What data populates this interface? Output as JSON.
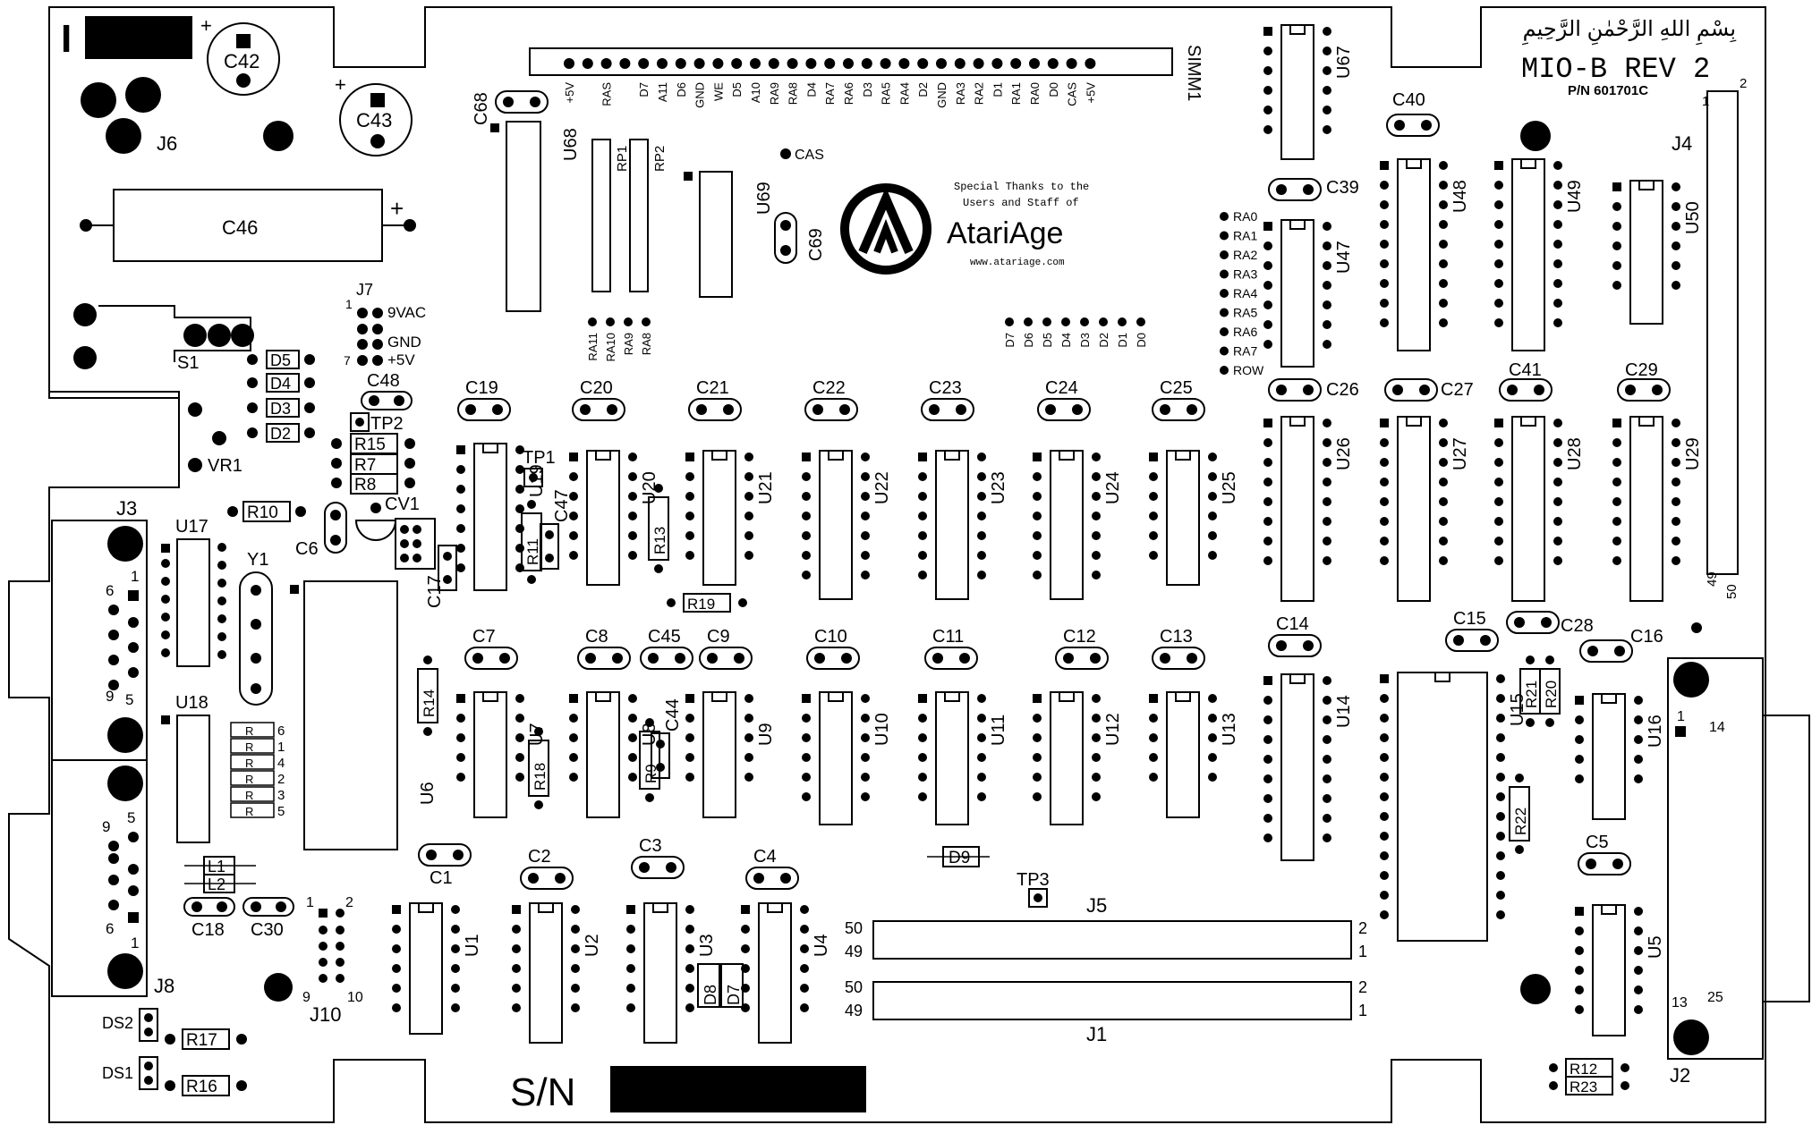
{
  "board": {
    "title": "MIO-B REV 2",
    "part_number": "P/N 601701C",
    "arabic": "بِسْمِ اللهِ الرَّحْمٰنِ الرَّحِيمِ",
    "sn_label": "S/N",
    "i_label": "I"
  },
  "logo": {
    "thanks_line1": "Special Thanks to the",
    "thanks_line2": "Users and Staff of",
    "name": "AtariAge",
    "url": "www.atariage.com"
  },
  "simm": {
    "label": "SIMM1",
    "pins": [
      "+5V",
      "",
      "RAS",
      "",
      "D7",
      "A11",
      "D6",
      "GND",
      "WE",
      "D5",
      "A10",
      "RA9",
      "RA8",
      "D4",
      "RA7",
      "RA6",
      "D3",
      "RA5",
      "RA4",
      "D2",
      "GND",
      "RA3",
      "RA2",
      "D1",
      "RA1",
      "RA0",
      "D0",
      "CAS",
      "+5V"
    ]
  },
  "signals": {
    "cas": "CAS",
    "ra_list": [
      "RA0",
      "RA1",
      "RA2",
      "RA3",
      "RA4",
      "RA5",
      "RA6",
      "RA7",
      "ROW"
    ],
    "d_list": [
      "D7",
      "D6",
      "D5",
      "D4",
      "D3",
      "D2",
      "D1",
      "D0"
    ],
    "ra_hi": [
      "RA11",
      "RA10",
      "RA9",
      "RA8"
    ]
  },
  "power": {
    "j7": "J7",
    "vac": "9VAC",
    "gnd": "GND",
    "v5": "+5V",
    "pin1": "1",
    "pin7": "7",
    "s1": "S1",
    "vr1": "VR1",
    "j6": "J6"
  },
  "caps_big": [
    {
      "id": "C42",
      "plus": "+"
    },
    {
      "id": "C43",
      "plus": "+"
    },
    {
      "id": "C46",
      "plus": "+"
    }
  ],
  "chips": [
    {
      "id": "U68"
    },
    {
      "id": "U69"
    },
    {
      "id": "U67"
    },
    {
      "id": "U47"
    },
    {
      "id": "U48"
    },
    {
      "id": "U49"
    },
    {
      "id": "U50"
    },
    {
      "id": "U19"
    },
    {
      "id": "U20"
    },
    {
      "id": "U21"
    },
    {
      "id": "U22"
    },
    {
      "id": "U23"
    },
    {
      "id": "U24"
    },
    {
      "id": "U25"
    },
    {
      "id": "U26"
    },
    {
      "id": "U27"
    },
    {
      "id": "U28"
    },
    {
      "id": "U29"
    },
    {
      "id": "U17"
    },
    {
      "id": "U18"
    },
    {
      "id": "U6"
    },
    {
      "id": "U7"
    },
    {
      "id": "U8"
    },
    {
      "id": "U9"
    },
    {
      "id": "U10"
    },
    {
      "id": "U11"
    },
    {
      "id": "U12"
    },
    {
      "id": "U13"
    },
    {
      "id": "U14"
    },
    {
      "id": "U15"
    },
    {
      "id": "U16"
    },
    {
      "id": "U1"
    },
    {
      "id": "U2"
    },
    {
      "id": "U3"
    },
    {
      "id": "U4"
    },
    {
      "id": "U5"
    }
  ],
  "caps": [
    {
      "id": "C68"
    },
    {
      "id": "C69"
    },
    {
      "id": "C40"
    },
    {
      "id": "C39"
    },
    {
      "id": "C48"
    },
    {
      "id": "C19"
    },
    {
      "id": "C20"
    },
    {
      "id": "C21"
    },
    {
      "id": "C22"
    },
    {
      "id": "C23"
    },
    {
      "id": "C24"
    },
    {
      "id": "C25"
    },
    {
      "id": "C26"
    },
    {
      "id": "C27"
    },
    {
      "id": "C41"
    },
    {
      "id": "C29"
    },
    {
      "id": "C6"
    },
    {
      "id": "C17"
    },
    {
      "id": "C47"
    },
    {
      "id": "C7"
    },
    {
      "id": "C8"
    },
    {
      "id": "C45"
    },
    {
      "id": "C9"
    },
    {
      "id": "C10"
    },
    {
      "id": "C11"
    },
    {
      "id": "C12"
    },
    {
      "id": "C13"
    },
    {
      "id": "C14"
    },
    {
      "id": "C15"
    },
    {
      "id": "C28"
    },
    {
      "id": "C16"
    },
    {
      "id": "C44"
    },
    {
      "id": "C1"
    },
    {
      "id": "C2"
    },
    {
      "id": "C3"
    },
    {
      "id": "C4"
    },
    {
      "id": "C5"
    },
    {
      "id": "C18"
    },
    {
      "id": "C30"
    }
  ],
  "resistors": [
    {
      "id": "R15"
    },
    {
      "id": "R7"
    },
    {
      "id": "R8"
    },
    {
      "id": "R10"
    },
    {
      "id": "R11"
    },
    {
      "id": "R13"
    },
    {
      "id": "R19"
    },
    {
      "id": "R14"
    },
    {
      "id": "R18"
    },
    {
      "id": "R9"
    },
    {
      "id": "R21"
    },
    {
      "id": "R20"
    },
    {
      "id": "R22"
    },
    {
      "id": "R17"
    },
    {
      "id": "R16"
    },
    {
      "id": "R12"
    },
    {
      "id": "R23"
    }
  ],
  "rp": [
    {
      "id": "RP1"
    },
    {
      "id": "RP2"
    }
  ],
  "diodes": [
    {
      "id": "D5"
    },
    {
      "id": "D4"
    },
    {
      "id": "D3"
    },
    {
      "id": "D2"
    },
    {
      "id": "D9"
    },
    {
      "id": "D8"
    },
    {
      "id": "D7"
    }
  ],
  "rnet": {
    "rows": [
      {
        "r": "R",
        "n": "6"
      },
      {
        "r": "R",
        "n": "1"
      },
      {
        "r": "R",
        "n": "4"
      },
      {
        "r": "R",
        "n": "2"
      },
      {
        "r": "R",
        "n": "3"
      },
      {
        "r": "R",
        "n": "5"
      }
    ]
  },
  "misc": {
    "tp1": "TP1",
    "tp2": "TP2",
    "tp3": "TP3",
    "cv1": "CV1",
    "y1": "Y1",
    "l1": "L1",
    "l2": "L2",
    "ds1": "DS1",
    "ds2": "DS2",
    "j1": "J1",
    "j2": "J2",
    "j3": "J3",
    "j4": "J4",
    "j5": "J5",
    "j8": "J8",
    "j10": "J10"
  },
  "connector_pins": {
    "j4_top": "1",
    "j4_top2": "2",
    "j4_bot1": "49",
    "j4_bot2": "50",
    "j5_50": "50",
    "j5_49": "49",
    "j5_2": "2",
    "j5_1": "1",
    "j1_50": "50",
    "j1_49": "49",
    "j1_2": "2",
    "j1_1": "1",
    "j2_1": "1",
    "j2_14": "14",
    "j2_13": "13",
    "j2_25": "25",
    "j3_1": "1",
    "j3_6": "6",
    "j3_9": "9",
    "j3_5": "5",
    "j8_5": "5",
    "j8_9": "9",
    "j8_6": "6",
    "j8_1": "1",
    "j10_1": "1",
    "j10_2": "2",
    "j10_9": "9",
    "j10_10": "10"
  }
}
